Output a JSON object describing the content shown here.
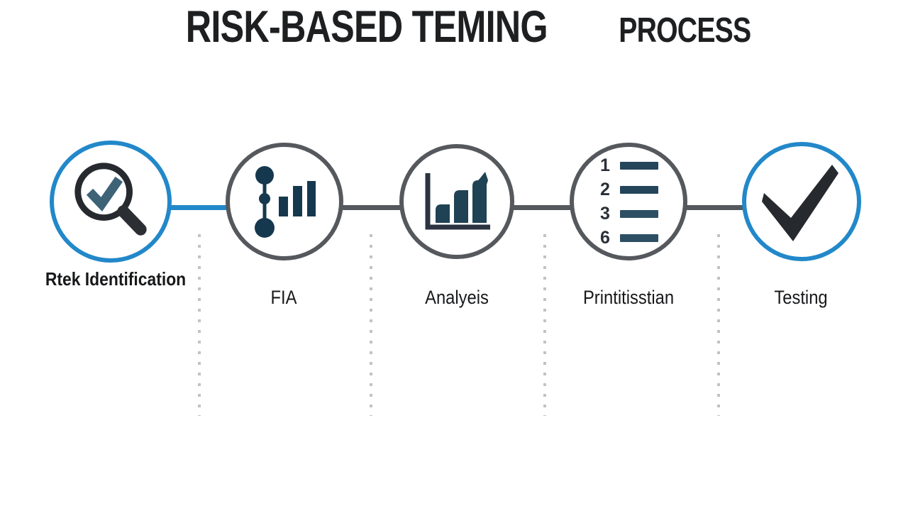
{
  "title": {
    "main": "RISK-BASED TEMING",
    "suffix": "PROCESS"
  },
  "steps": [
    {
      "label": "Rtek Identification",
      "icon": "magnifier-check-icon"
    },
    {
      "label": "FIA",
      "icon": "commit-bars-icon"
    },
    {
      "label": "Analyeis",
      "icon": "growth-chart-icon"
    },
    {
      "label": "Printitisstian",
      "icon": "numbered-list-icon",
      "numbers": [
        "1",
        "2",
        "3",
        "6"
      ]
    },
    {
      "label": "Testing",
      "icon": "checkmark-icon"
    }
  ],
  "colors": {
    "accent_blue": "#2288c9",
    "neutral_gray": "#55585c",
    "icon_navy": "#16384e",
    "icon_steel": "#2d4f63",
    "icon_black": "#26292d"
  }
}
